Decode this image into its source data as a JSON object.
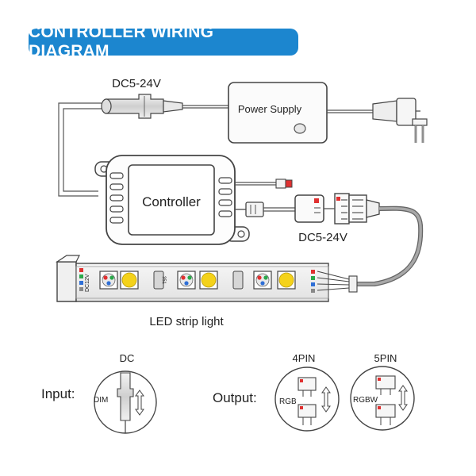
{
  "title": "CONTROLLER WIRING DIAGRAM",
  "labels": {
    "dc_input_voltage": "DC5-24V",
    "power_supply": "Power Supply",
    "controller": "Controller",
    "connector_voltage": "DC5-24V",
    "led_strip": "LED  strip light",
    "strip_voltage": "DC12V",
    "strip_chip": "351"
  },
  "legend": {
    "input_label": "Input:",
    "dc_label": "DC",
    "dim_label": "DIM",
    "output_label": "Output:",
    "four_pin": "4PIN",
    "five_pin": "5PIN",
    "rgb": "RGB",
    "rgbw": "RGBW"
  },
  "colors": {
    "banner": "#1c86cf",
    "line": "#333333",
    "pin_red": "#e03030",
    "led_yellow": "#f4d21a",
    "led_rgb": [
      "#e03030",
      "#2aa84a",
      "#2f6fd6"
    ]
  }
}
